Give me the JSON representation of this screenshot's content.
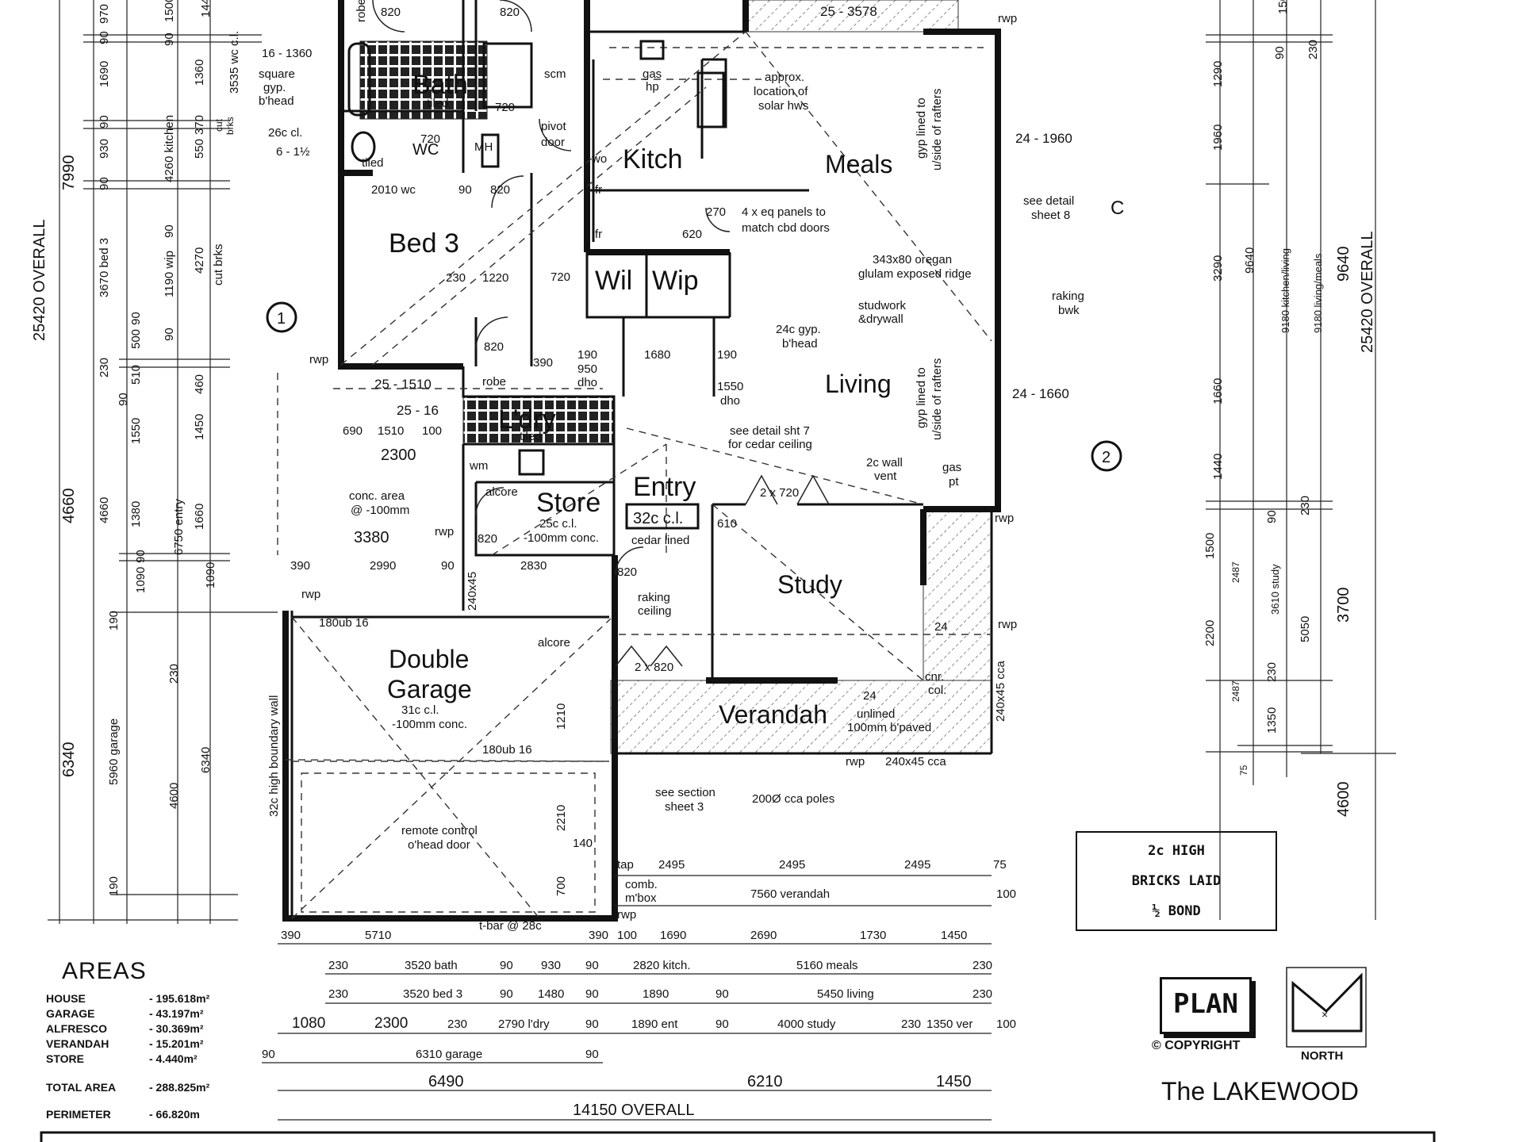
{
  "rooms": {
    "bath": "Bath",
    "tiled": "tiled",
    "wc": "WC",
    "kitch": "Kitch",
    "meals": "Meals",
    "bed3": "Bed 3",
    "wil": "Wil",
    "wip": "Wip",
    "living": "Living",
    "ldry": "L'dry",
    "store": "Store",
    "entry": "Entry",
    "entry_cl": "32c c.l.",
    "study": "Study",
    "garage1": "Double",
    "garage2": "Garage",
    "verandah": "Verandah",
    "mh": "MH"
  },
  "notes": {
    "beam_1360": "16 - 1360",
    "sq1": "square",
    "sq2": "gyp.",
    "sq3": "b'head",
    "cl26": "26c cl.",
    "pitch": "6 - 1½",
    "scm": "scm",
    "pivot1": "pivot",
    "pivot2": "door",
    "gas1": "gas",
    "gas2": "hp",
    "solar1": "approx.",
    "solar2": "location of",
    "solar3": "solar hws",
    "wo": "wo",
    "fr": "fr",
    "panels1": "4 x eq panels to",
    "panels2": "match cbd doors",
    "gyp_r1": "gyp lined to",
    "gyp_r2": "u/side of rafters",
    "det8a": "see detail",
    "det8b": "sheet 8",
    "sec_c": "C",
    "glulam1": "343x80 oregan",
    "glulam2": "glulam exposed ridge",
    "stud1": "studwork",
    "stud2": "&drywall",
    "rak1": "raking",
    "rak2": "bwk",
    "bh24a": "24c gyp.",
    "bh24b": "b'head",
    "dho1550a": "1550",
    "dho1550b": "dho",
    "det7a": "see detail sht 7",
    "det7b": "for cedar ceiling",
    "vent1": "2c wall",
    "vent2": "vent",
    "gaspt1": "gas",
    "gaspt2": "pt",
    "beam_1960": "24 - 1960",
    "beam_1660": "24 - 1660",
    "beam_3578": "25 - 3578",
    "beam_1510": "25 - 1510",
    "beam_16": "25 - 16",
    "robe": "robe",
    "robe2": "robe",
    "alcove": "alcore",
    "alcove2": "alcore",
    "conc1": "conc. area",
    "conc2": "@ -100mm",
    "store1": "25c c.l.",
    "store2": "-100mm conc.",
    "cedar": "cedar lined",
    "rak_c1": "raking",
    "rak_c2": "ceiling",
    "gar1": "31c c.l.",
    "gar2": "-100mm conc.",
    "ub16a": "180ub 16",
    "ub16b": "180ub 16",
    "boundary": "32c high boundary wall",
    "rc1": "remote control",
    "rc2": "o'head door",
    "secsh1": "see section",
    "secsh2": "sheet 3",
    "poles": "200Ø cca poles",
    "unlined1": "unlined",
    "unlined2": "100mm b'paved",
    "cnr1": "cnr.",
    "cnr2": "col.",
    "cca_v": "240x45 cca",
    "cca_h": "240x45 cca",
    "post_v": "240x45",
    "tap": "tap",
    "comb1": "comb.",
    "comb2": "m'box",
    "tbar": "t-bar @ 28c",
    "wm": "wm",
    "dho950a": "950",
    "dho950b": "dho",
    "beam24": "24",
    "beam24b": "24",
    "double_door": "2 x 720",
    "double_door2": "2 x 820",
    "circ1": "1",
    "circ2": "2"
  },
  "rwp": {
    "label": "rwp"
  },
  "dims_horizontal": {
    "d820a": "820",
    "d820b": "820",
    "d2010": "2010 wc",
    "d90a": "90",
    "d820c": "820",
    "d720a": "720",
    "d720b": "720",
    "d720c": "720",
    "d270": "270",
    "d620": "620",
    "d230a": "230",
    "d1220": "1220",
    "d820d": "820",
    "d390a": "390",
    "d190a": "190",
    "d1680": "1680",
    "d190b": "190",
    "d690": "690",
    "d1510": "1510",
    "d100": "100",
    "d2300a": "2300",
    "d3380": "3380",
    "d820e": "820",
    "d610": "610",
    "d820f": "820",
    "d390b": "390",
    "d2990": "2990",
    "d90b": "90",
    "d2830": "2830",
    "d1210": "1210",
    "d2210": "2210",
    "d140": "140",
    "d700": "700",
    "v2495a": "2495",
    "v2495b": "2495",
    "v2495c": "2495",
    "v75": "75",
    "v7560": "7560 verandah",
    "v100": "100"
  },
  "dims_bottom": {
    "r1": [
      "390",
      "5710",
      "390",
      "100",
      "1690",
      "2690",
      "1730",
      "1450"
    ],
    "r2": [
      "230",
      "3520 bath",
      "90",
      "930",
      "90",
      "2820 kitch.",
      "5160 meals",
      "230"
    ],
    "r3": [
      "230",
      "3520 bed 3",
      "90",
      "1480",
      "90",
      "1890",
      "90",
      "5450 living",
      "230"
    ],
    "r4": [
      "1080",
      "2300",
      "230",
      "2790 l'dry",
      "90",
      "1890 ent",
      "90",
      "4000 study",
      "230",
      "1350 ver",
      "100"
    ],
    "r5": [
      "90",
      "6310 garage",
      "90"
    ],
    "r6": [
      "6490",
      "6210",
      "1450"
    ],
    "overall": "14150 OVERALL"
  },
  "dims_left": {
    "overall": "25420 OVERALL",
    "c1": [
      "970",
      "90",
      "1690",
      "90",
      "930",
      "90",
      "3670 bed 3",
      "90",
      "500",
      "230",
      "90",
      "4660",
      "90",
      "1090",
      "190",
      "5960 garage",
      "190"
    ],
    "c2": [
      "1500",
      "90",
      "1360",
      "370",
      "550",
      "4260 kitchen",
      "90",
      "1190 wip",
      "90",
      "510",
      "1550",
      "1380",
      "6750 entry",
      "230",
      "4600"
    ],
    "c3": [
      "1440",
      "3535 wc c.l.",
      "cut",
      "brks",
      "4270",
      "cut brks",
      "460",
      "1450",
      "1660",
      "1090",
      "6340"
    ],
    "c0": [
      "7990",
      "4660",
      "6340"
    ]
  },
  "dims_right": {
    "overall": "25420 OVERALL",
    "c1": [
      "1290",
      "1960",
      "3290",
      "1660",
      "1440",
      "1500",
      "2200",
      "75"
    ],
    "c2": [
      "9640",
      "2487",
      "2487"
    ],
    "c3": [
      "1500",
      "90",
      "230",
      "9180 kitchen/living",
      "90",
      "230",
      "3610 study",
      "1350",
      "230"
    ],
    "c4": [
      "9180 living/meals",
      "5050",
      "3700"
    ],
    "c5": [
      "9640",
      "4600"
    ]
  },
  "areas": {
    "title": "AREAS",
    "rows": [
      {
        "k": "HOUSE",
        "v": "- 195.618m²"
      },
      {
        "k": "GARAGE",
        "v": "- 43.197m²"
      },
      {
        "k": "ALFRESCO",
        "v": "- 30.369m²"
      },
      {
        "k": "VERANDAH",
        "v": "- 15.201m²"
      },
      {
        "k": "STORE",
        "v": "- 4.440m²"
      }
    ],
    "total_k": "TOTAL AREA",
    "total_v": "- 288.825m²",
    "perim_k": "PERIMETER",
    "perim_v": "- 66.820m"
  },
  "stamp": {
    "l1": "2c HIGH",
    "l2": "BRICKS LAID",
    "l3": "½ BOND"
  },
  "plan_label": "PLAN",
  "copyright": "© COPYRIGHT",
  "north": "NORTH",
  "model": "The LAKEWOOD"
}
